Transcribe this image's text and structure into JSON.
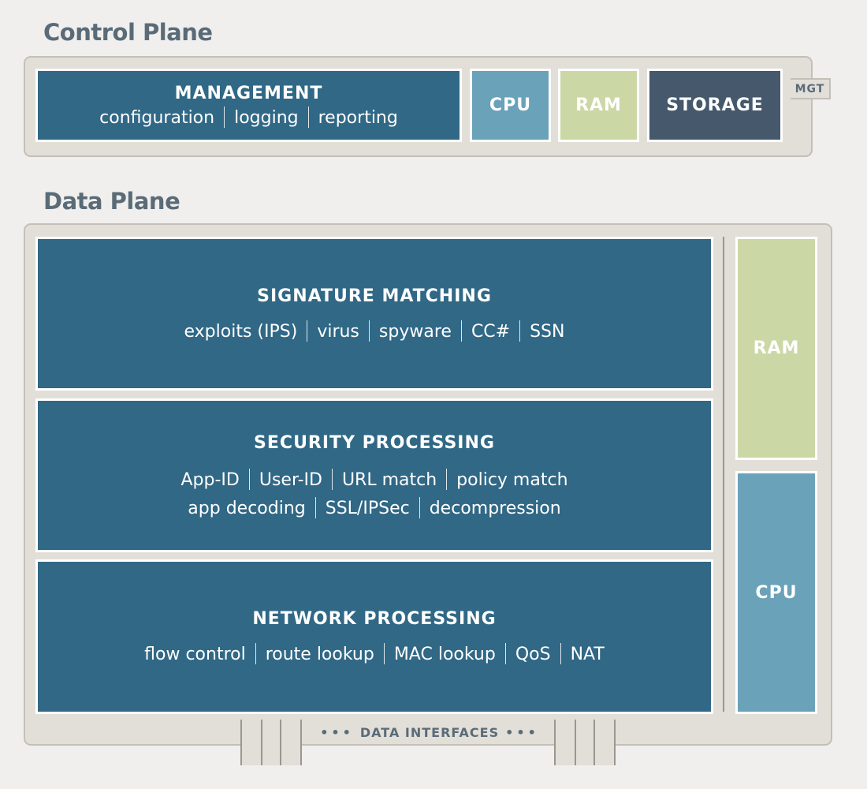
{
  "control_plane": {
    "title": "Control Plane",
    "management": {
      "title": "MANAGEMENT",
      "items": [
        "configuration",
        "logging",
        "reporting"
      ]
    },
    "cpu": "CPU",
    "ram": "RAM",
    "storage": "STORAGE",
    "mgt_port": "MGT"
  },
  "data_plane": {
    "title": "Data Plane",
    "signature_matching": {
      "title": "SIGNATURE MATCHING",
      "items": [
        "exploits (IPS)",
        "virus",
        "spyware",
        "CC#",
        "SSN"
      ]
    },
    "security_processing": {
      "title": "SECURITY PROCESSING",
      "line1": [
        "App-ID",
        "User-ID",
        "URL match",
        "policy match"
      ],
      "line2": [
        "app decoding",
        "SSL/IPSec",
        "decompression"
      ]
    },
    "network_processing": {
      "title": "NETWORK PROCESSING",
      "items": [
        "flow control",
        "route lookup",
        "MAC lookup",
        "QoS",
        "NAT"
      ]
    },
    "ram": "RAM",
    "cpu": "CPU",
    "interfaces_label": "DATA INTERFACES",
    "dots": "•••"
  },
  "colors": {
    "navy": "#306886",
    "steel": "#6aa2ba",
    "sage": "#cbd8a6",
    "slate": "#45586c",
    "frame": "#e2dfd9"
  }
}
